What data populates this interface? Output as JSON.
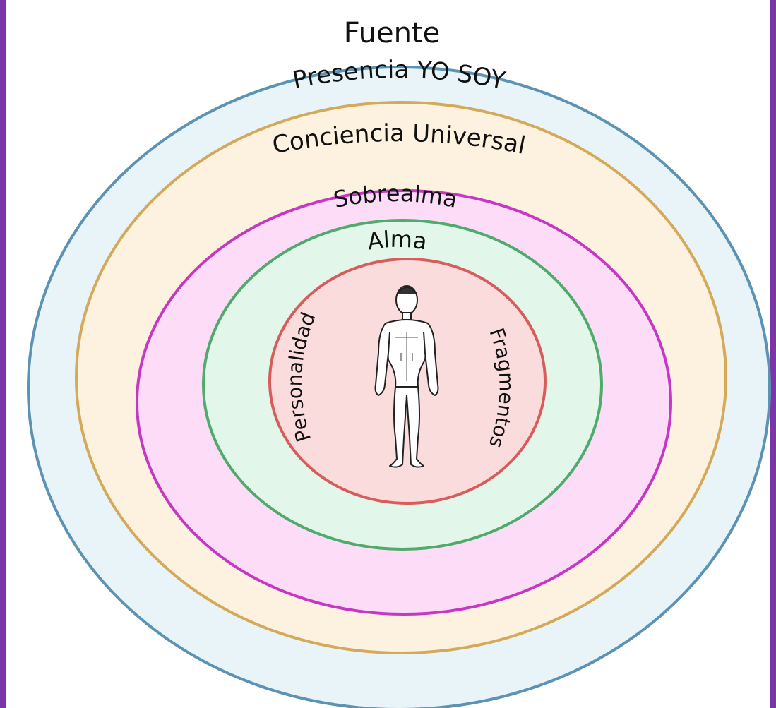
{
  "frame": {
    "border_color": "#7b35a8"
  },
  "diagram": {
    "title": "Fuente",
    "rings": [
      {
        "id": "presencia",
        "label": "Presencia YO SOY",
        "fill": "#e9f4f8",
        "stroke": "#5b93b5"
      },
      {
        "id": "conciencia",
        "label": "Conciencia Universal",
        "fill": "#fdf1e0",
        "stroke": "#d4a959"
      },
      {
        "id": "sobrealma",
        "label": "Sobrealma",
        "fill": "#fddcf7",
        "stroke": "#c637c6"
      },
      {
        "id": "alma",
        "label": "Alma",
        "fill": "#e3f6ea",
        "stroke": "#4faa6c"
      },
      {
        "id": "core",
        "label": "",
        "fill": "#fbdcdc",
        "stroke": "#d95c5c"
      }
    ],
    "core_left_label": "Personalidad",
    "core_right_label": "Fragmentos",
    "figure_icon": "human-figure-icon"
  }
}
